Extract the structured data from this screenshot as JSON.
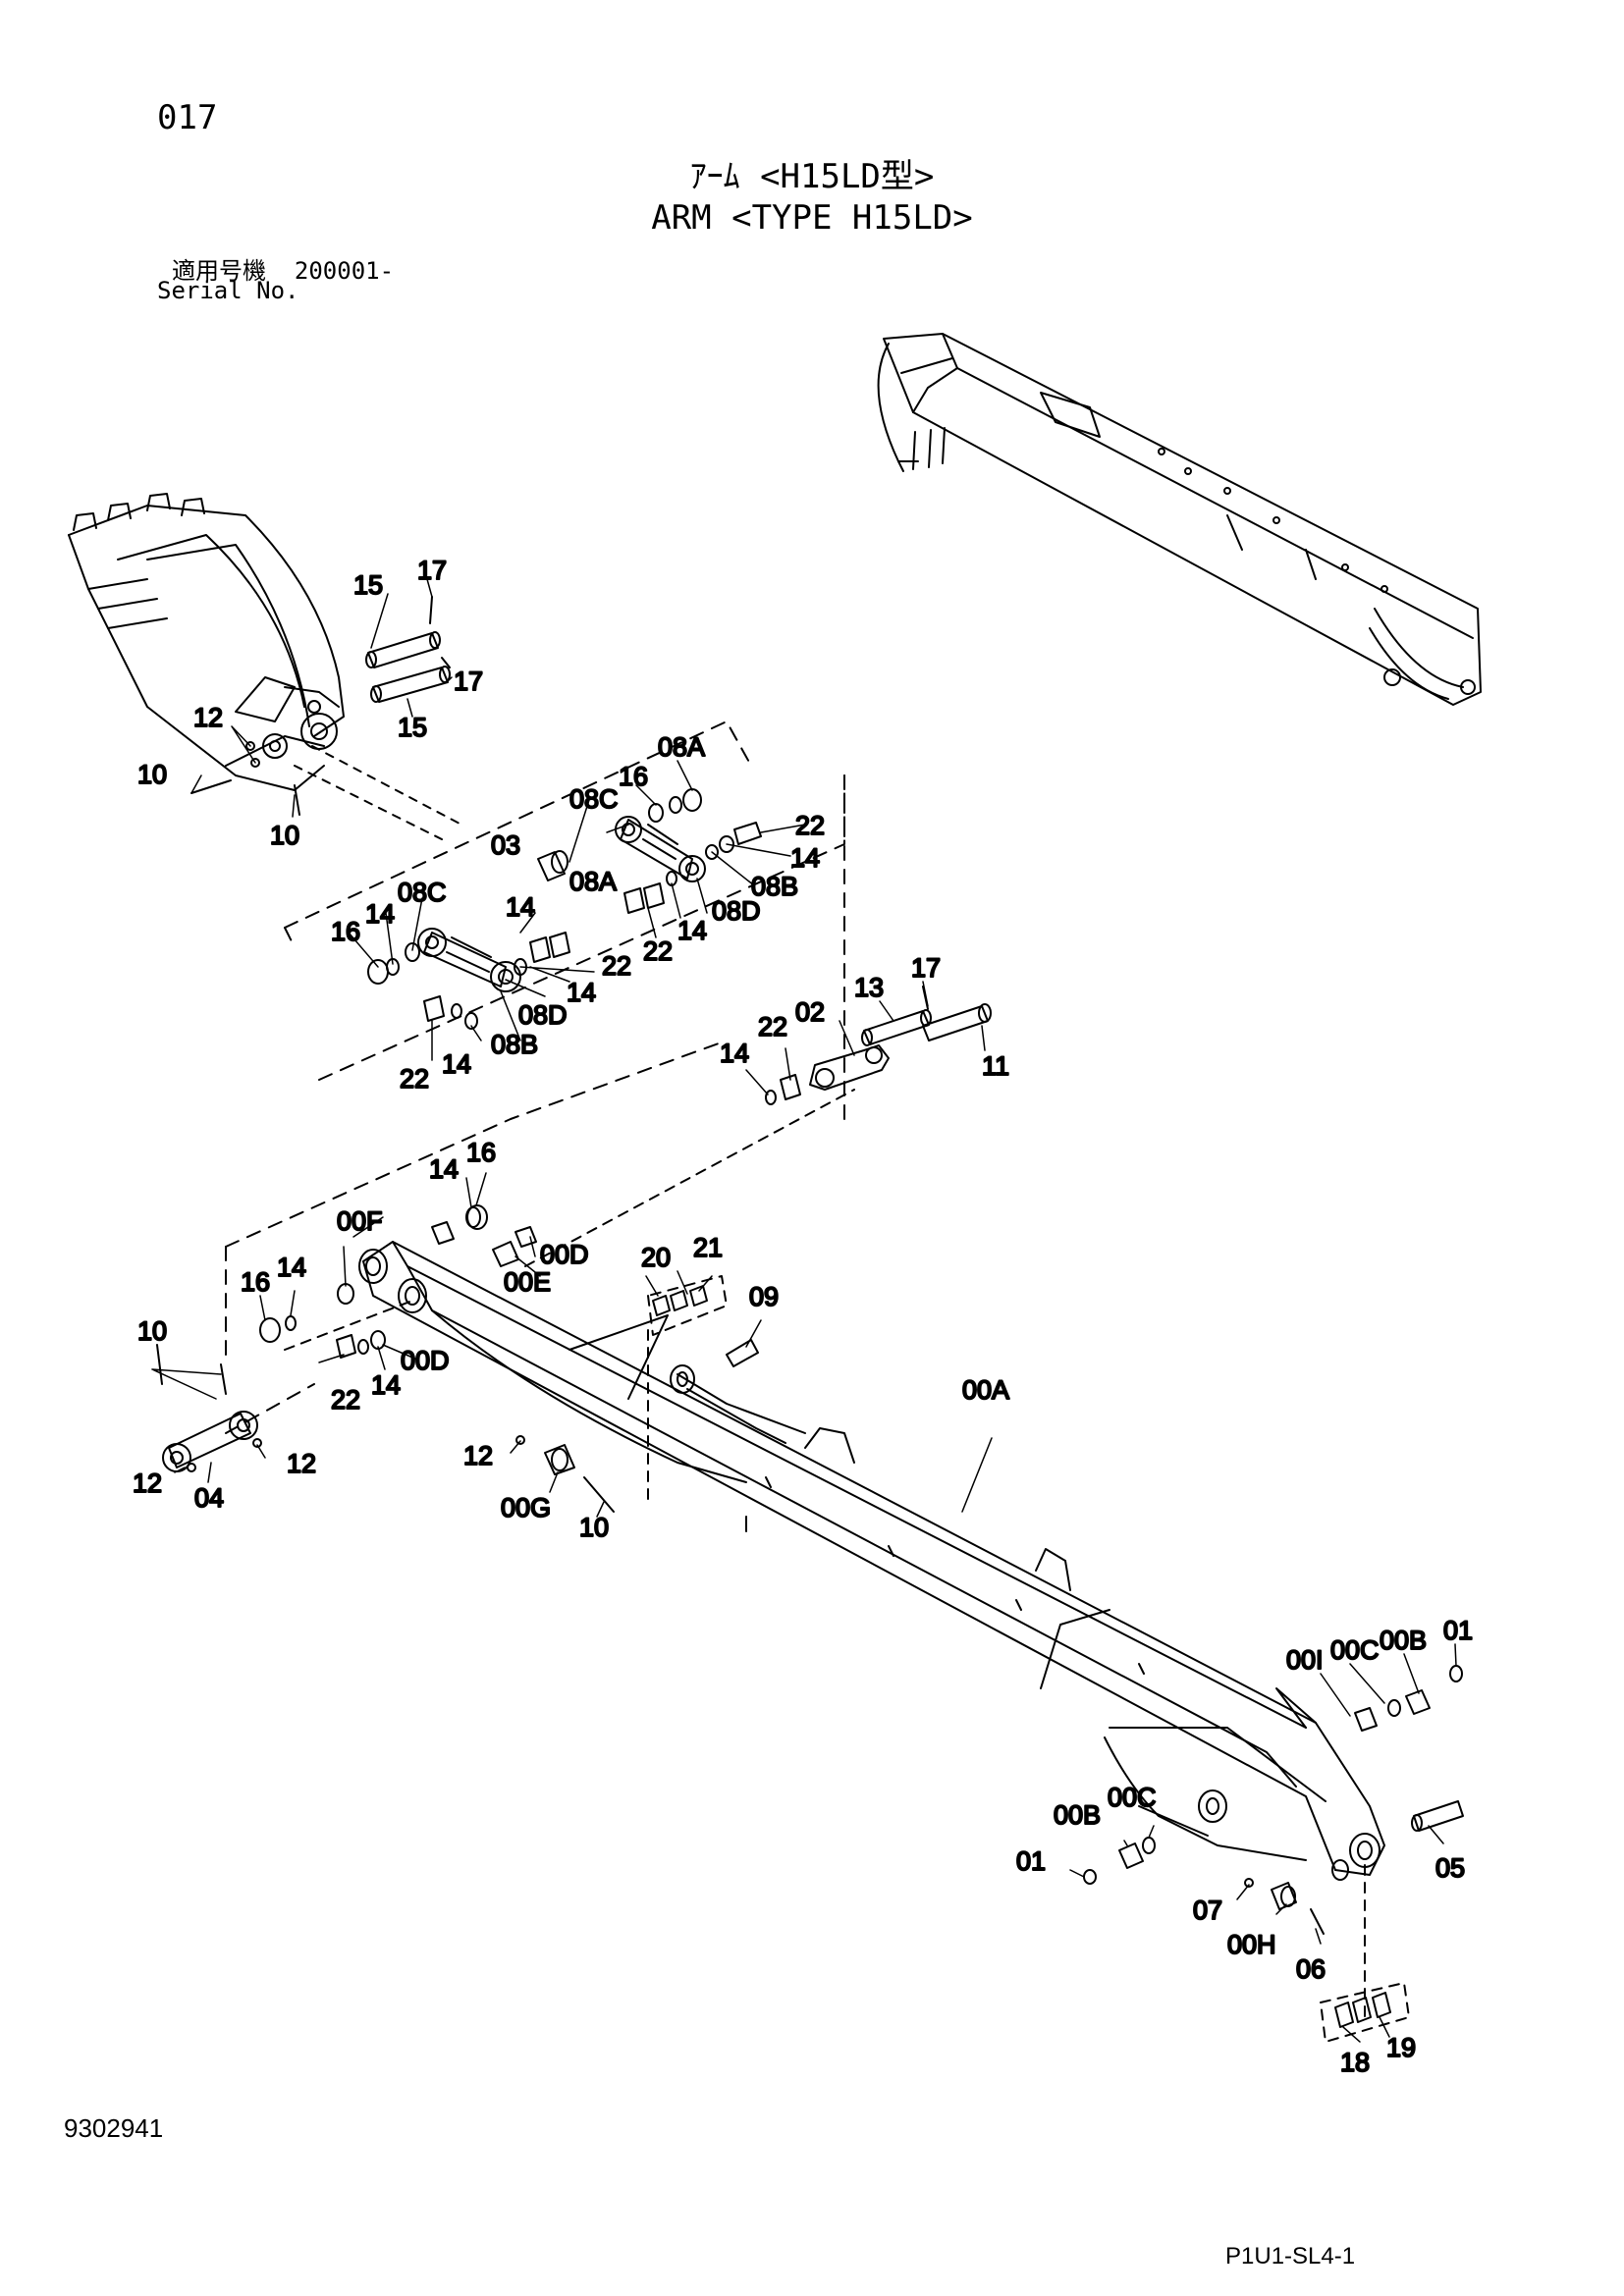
{
  "header": {
    "page_number": "017",
    "title_jp": "ｱｰﾑ <H15LD型>",
    "title_en": "ARM <TYPE H15LD>",
    "serial_label_jp": "適用号機",
    "serial_value": "200001-",
    "serial_label_en": "Serial No."
  },
  "footer": {
    "drawing_number": "9302941",
    "sheet_code": "P1U1-SL4-1"
  },
  "callouts": [
    {
      "id": "c15a",
      "text": "15"
    },
    {
      "id": "c17a",
      "text": "17"
    },
    {
      "id": "c17b",
      "text": "17"
    },
    {
      "id": "c15b",
      "text": "15"
    },
    {
      "id": "c12a",
      "text": "12"
    },
    {
      "id": "c10a",
      "text": "10"
    },
    {
      "id": "c10b",
      "text": "10"
    },
    {
      "id": "c16a",
      "text": "16"
    },
    {
      "id": "c14a",
      "text": "14"
    },
    {
      "id": "c08Ca",
      "text": "08C"
    },
    {
      "id": "c22a",
      "text": "22"
    },
    {
      "id": "c14b",
      "text": "14"
    },
    {
      "id": "c03",
      "text": "03"
    },
    {
      "id": "c08Aa",
      "text": "08A"
    },
    {
      "id": "c08Ba",
      "text": "08B"
    },
    {
      "id": "c08Da",
      "text": "08D"
    },
    {
      "id": "c14c",
      "text": "14"
    },
    {
      "id": "c22b",
      "text": "22"
    },
    {
      "id": "c16b",
      "text": "16"
    },
    {
      "id": "c14d",
      "text": "14"
    },
    {
      "id": "c08Cb",
      "text": "08C"
    },
    {
      "id": "c08Ab",
      "text": "08A"
    },
    {
      "id": "c14e",
      "text": "14"
    },
    {
      "id": "c22c",
      "text": "22"
    },
    {
      "id": "c08Db",
      "text": "08D"
    },
    {
      "id": "c14f",
      "text": "14"
    },
    {
      "id": "c22d",
      "text": "22"
    },
    {
      "id": "c08Bb",
      "text": "08B"
    },
    {
      "id": "c13",
      "text": "13"
    },
    {
      "id": "c17c",
      "text": "17"
    },
    {
      "id": "c02",
      "text": "02"
    },
    {
      "id": "c22e",
      "text": "22"
    },
    {
      "id": "c14g",
      "text": "14"
    },
    {
      "id": "c11",
      "text": "11"
    },
    {
      "id": "c14h",
      "text": "14"
    },
    {
      "id": "c16c",
      "text": "16"
    },
    {
      "id": "c00F",
      "text": "00F"
    },
    {
      "id": "c00Da",
      "text": "00D"
    },
    {
      "id": "c00E",
      "text": "00E"
    },
    {
      "id": "c16d",
      "text": "16"
    },
    {
      "id": "c14i",
      "text": "14"
    },
    {
      "id": "c20",
      "text": "20"
    },
    {
      "id": "c21",
      "text": "21"
    },
    {
      "id": "c09",
      "text": "09"
    },
    {
      "id": "c10c",
      "text": "10"
    },
    {
      "id": "c22f",
      "text": "22"
    },
    {
      "id": "c14j",
      "text": "14"
    },
    {
      "id": "c00Db",
      "text": "00D"
    },
    {
      "id": "c00A",
      "text": "00A"
    },
    {
      "id": "c12b",
      "text": "12"
    },
    {
      "id": "c12c",
      "text": "12"
    },
    {
      "id": "c04",
      "text": "04"
    },
    {
      "id": "c12d",
      "text": "12"
    },
    {
      "id": "c00G",
      "text": "00G"
    },
    {
      "id": "c10d",
      "text": "10"
    },
    {
      "id": "c00I",
      "text": "00I"
    },
    {
      "id": "c00Ca",
      "text": "00C"
    },
    {
      "id": "c00Ba",
      "text": "00B"
    },
    {
      "id": "c01a",
      "text": "01"
    },
    {
      "id": "c00Bb",
      "text": "00B"
    },
    {
      "id": "c00Cb",
      "text": "00C"
    },
    {
      "id": "c01b",
      "text": "01"
    },
    {
      "id": "c05",
      "text": "05"
    },
    {
      "id": "c07",
      "text": "07"
    },
    {
      "id": "c00H",
      "text": "00H"
    },
    {
      "id": "c06",
      "text": "06"
    },
    {
      "id": "c18",
      "text": "18"
    },
    {
      "id": "c19",
      "text": "19"
    }
  ]
}
